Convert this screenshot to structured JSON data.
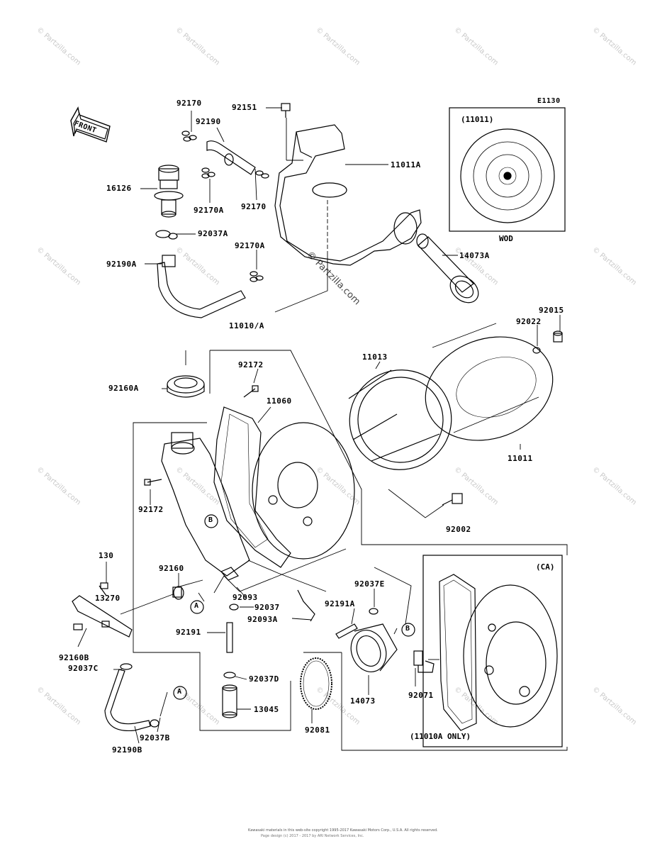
{
  "diagram": {
    "code": "E1130",
    "front_label": "FRONT",
    "watermark": "© Partzilla.com",
    "inset_top": {
      "title": "(11011)",
      "caption": "WOD"
    },
    "inset_bottom": {
      "title": "(CA)",
      "caption": "(11010A ONLY)"
    },
    "callouts": {
      "a": "A",
      "b": "B"
    },
    "copyright_line1": "Kawasaki materials in this web-site copyright 1995-2017 Kawasaki Motors Corp., U.S.A. All rights reserved.",
    "copyright_line2": "Page design (c) 2017 - 2017 by ARI Network Services, Inc.",
    "parts": {
      "p92170_top": "92170",
      "p92151": "92151",
      "p92190": "92190",
      "p16126": "16126",
      "p92170A_mid": "92170A",
      "p92170_mid": "92170",
      "p11011A": "11011A",
      "p92037A": "92037A",
      "p92170A_low": "92170A",
      "p92190A": "92190A",
      "p14073A": "14073A",
      "p11010A": "11010/A",
      "p92015": "92015",
      "p92022": "92022",
      "p92172_top": "92172",
      "p11013": "11013",
      "p92160A": "92160A",
      "p11060": "11060",
      "p11011": "11011",
      "p92172_low": "92172",
      "p92002": "92002",
      "p130": "130",
      "p92160": "92160",
      "p92037E": "92037E",
      "p13270": "13270",
      "p92093": "92093",
      "p92037": "92037",
      "p92191A": "92191A",
      "p92093A": "92093A",
      "p92191": "92191",
      "p92160B": "92160B",
      "p92037C": "92037C",
      "p92037D": "92037D",
      "p92071": "92071",
      "p14073": "14073",
      "p13045": "13045",
      "p92037B": "92037B",
      "p92081": "92081",
      "p92190B": "92190B"
    }
  }
}
